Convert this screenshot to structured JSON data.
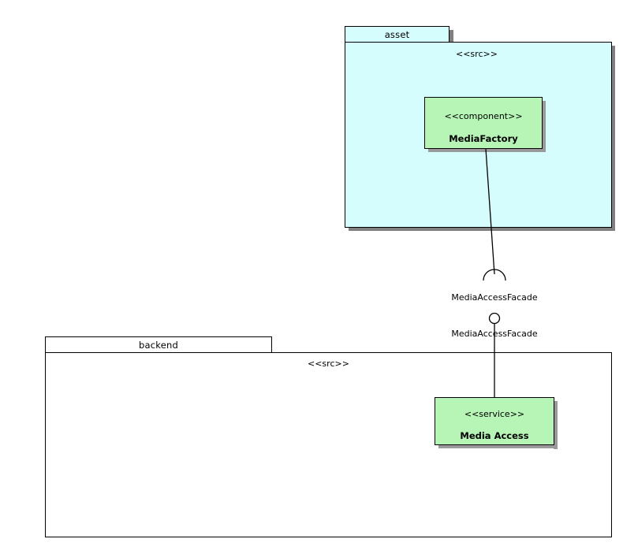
{
  "diagram": {
    "type": "uml-component-diagram",
    "background": "#ffffff",
    "packages": [
      {
        "id": "asset",
        "name": "asset",
        "stereotype": "<<src>>",
        "fill": "#d5fdfd",
        "border": "#000000",
        "shadow": "#808080"
      },
      {
        "id": "backend",
        "name": "backend",
        "stereotype": "<<src>>",
        "fill": "#ffffff",
        "border": "#000000",
        "shadow": "none"
      }
    ],
    "components": [
      {
        "id": "media-factory",
        "stereotype": "<<component>>",
        "name": "MediaFactory",
        "fill": "#b6f5b6",
        "border": "#000000",
        "icon": "component-icon",
        "package": "asset"
      },
      {
        "id": "media-access",
        "stereotype": "<<service>>",
        "name": "Media Access",
        "fill": "#b6f5b6",
        "border": "#000000",
        "icon": "component-icon",
        "package": "backend"
      }
    ],
    "interfaces": [
      {
        "id": "required-interface",
        "kind": "required",
        "symbol": "socket-arc-icon",
        "label": "MediaAccessFacade",
        "source": "media-factory"
      },
      {
        "id": "provided-interface",
        "kind": "provided",
        "symbol": "lollipop-ball-icon",
        "label": "MediaAccessFacade",
        "source": "media-access"
      }
    ]
  }
}
